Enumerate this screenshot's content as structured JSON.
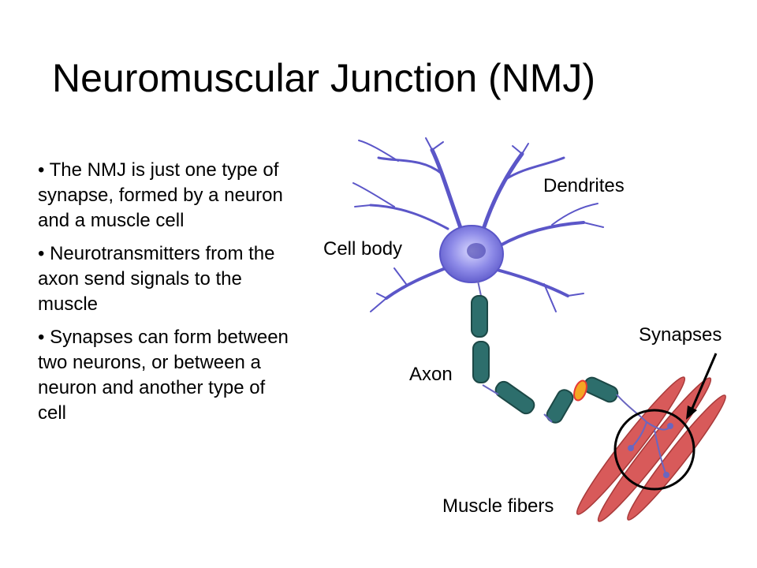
{
  "title": "Neuromuscular Junction (NMJ)",
  "bullets": [
    "• The NMJ is just one type of synapse, formed by a neuron and a muscle cell",
    "• Neurotransmitters from the axon send signals to the muscle",
    "• Synapses can form between two neurons, or between a neuron and another type of cell"
  ],
  "labels": {
    "dendrites": "Dendrites",
    "cell_body": "Cell body",
    "axon": "Axon",
    "synapses": "Synapses",
    "muscle_fibers": "Muscle fibers"
  },
  "colors": {
    "cell_body": "#7b78e0",
    "axon_segment": "#2d6e6c",
    "muscle_fiber": "#d85a5a",
    "impulse": "#f5a623"
  }
}
